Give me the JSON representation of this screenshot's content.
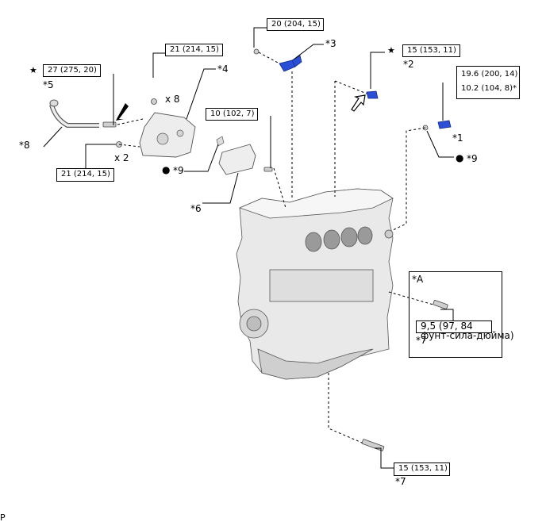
{
  "torques": {
    "t1_line1": "19.6 (200, 14)",
    "t1_line2": "10.2 (104, 8)*",
    "t2": "15 (153, 11)",
    "t3": "20 (204, 15)",
    "t4": "21 (214, 15)",
    "t5": "27 (275, 20)",
    "t6": "10 (102, 7)",
    "t8": "21 (214, 15)",
    "t7": "15 (153, 11)"
  },
  "callouts": {
    "p1": "*1",
    "p2": "*2",
    "p3": "*3",
    "p4": "*4",
    "p5": "*5",
    "p6": "*6",
    "p7a": "*7",
    "p7b": "*7",
    "p8": "*8",
    "p9a": "*9",
    "p9b": "*9"
  },
  "marks": {
    "x8": "x 8",
    "x2": "x 2",
    "star": "★",
    "dot": "●"
  },
  "inset": {
    "title": "*A",
    "torque": "9,5 (97, 84",
    "unit": "фунт-сила-дюйма)"
  },
  "footer": "P",
  "colors": {
    "part_blue": "#2a4fd6",
    "line": "#000000"
  }
}
